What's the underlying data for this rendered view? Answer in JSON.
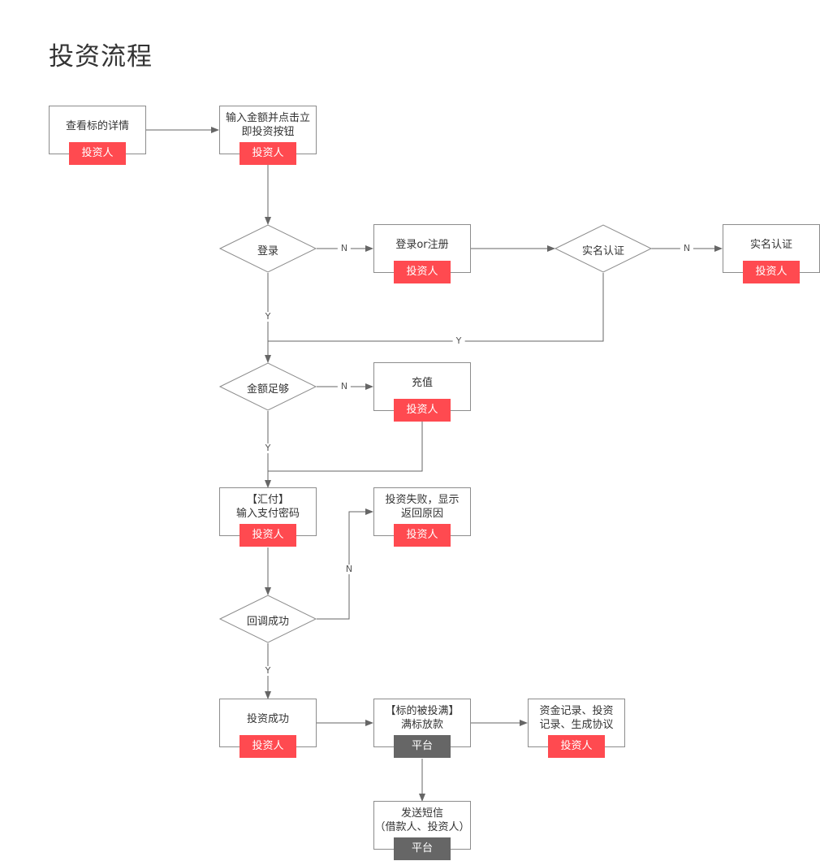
{
  "title": "投资流程",
  "colors": {
    "investor_tag": "#ff4a50",
    "platform_tag": "#666666",
    "line": "#666666",
    "border": "#8c8c8c"
  },
  "nodes": {
    "view_detail": {
      "text": "查看标的详情",
      "tag": "投资人"
    },
    "enter_amount": {
      "text": "输入金额并点击立\n即投资按钮",
      "tag": "投资人"
    },
    "login_decision": {
      "text": "登录"
    },
    "login_register": {
      "text": "登录or注册",
      "tag": "投资人"
    },
    "realname_decision": {
      "text": "实名认证"
    },
    "realname_box": {
      "text": "实名认证",
      "tag": "投资人"
    },
    "balance_decision": {
      "text": "金额足够"
    },
    "recharge": {
      "text": "充值",
      "tag": "投资人"
    },
    "huifu_pay": {
      "text": "【汇付】\n输入支付密码",
      "tag": "投资人"
    },
    "invest_fail": {
      "text": "投资失败，显示\n返回原因",
      "tag": "投资人"
    },
    "callback_decision": {
      "text": "回调成功"
    },
    "invest_success": {
      "text": "投资成功",
      "tag": "投资人"
    },
    "loan_full": {
      "text": "【标的被投满】\n满标放款",
      "tag": "平台"
    },
    "records": {
      "text": "资金记录、投资\n记录、生成协议",
      "tag": "投资人"
    },
    "send_sms": {
      "text": "发送短信\n（借款人、投资人）",
      "tag": "平台"
    }
  },
  "edge_labels": {
    "login_n": "N",
    "login_y": "Y",
    "realname_n": "N",
    "realname_y": "Y",
    "balance_n": "N",
    "balance_y": "Y",
    "callback_n": "N",
    "callback_y": "Y"
  }
}
